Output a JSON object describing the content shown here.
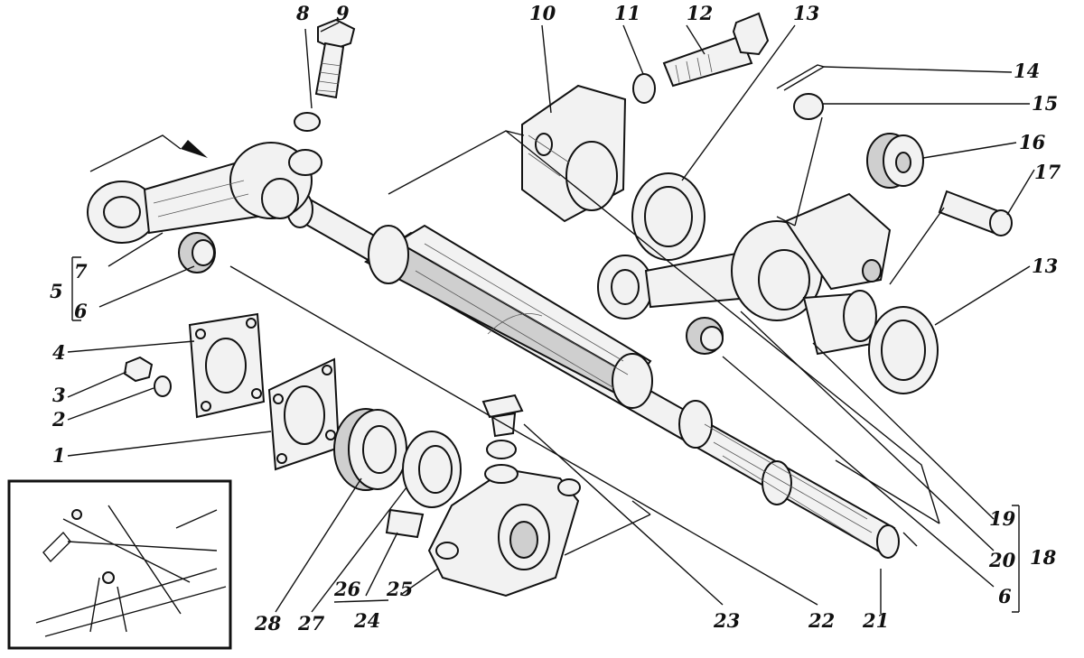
{
  "labels": {
    "l1": "1",
    "l2": "2",
    "l3": "3",
    "l4": "4",
    "l5": "5",
    "l6a": "6",
    "l6b": "6",
    "l7": "7",
    "l8": "8",
    "l9": "9",
    "l10": "10",
    "l11": "11",
    "l12": "12",
    "l13a": "13",
    "l13b": "13",
    "l14": "14",
    "l15": "15",
    "l16": "16",
    "l17": "17",
    "l18": "18",
    "l19": "19",
    "l20": "20",
    "l21": "21",
    "l22": "22",
    "l23": "23",
    "l24": "24",
    "l25": "25",
    "l26": "26",
    "l27": "27",
    "l28": "28"
  }
}
